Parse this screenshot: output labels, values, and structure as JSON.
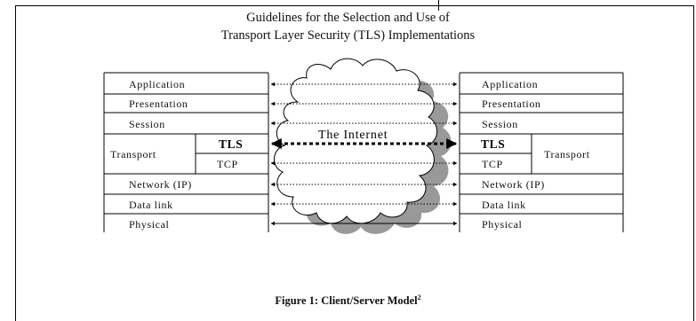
{
  "header": {
    "line1": "Guidelines for the Selection and Use of",
    "line2": "Transport Layer Security (TLS) Implementations"
  },
  "diagram": {
    "client_layers": {
      "application": "Application",
      "presentation": "Presentation",
      "session": "Session",
      "transport": "Transport",
      "tls": "TLS",
      "tcp": "TCP",
      "network": "Network (IP)",
      "datalink": "Data link",
      "physical": "Physical"
    },
    "server_layers": {
      "application": "Application",
      "presentation": "Presentation",
      "session": "Session",
      "transport": "Transport",
      "tls": "TLS",
      "tcp": "TCP",
      "network": "Network (IP)",
      "datalink": "Data link",
      "physical": "Physical"
    },
    "cloud_label": "The Internet"
  },
  "caption": {
    "text": "Figure 1: Client/Server Model",
    "footnote": "2"
  }
}
